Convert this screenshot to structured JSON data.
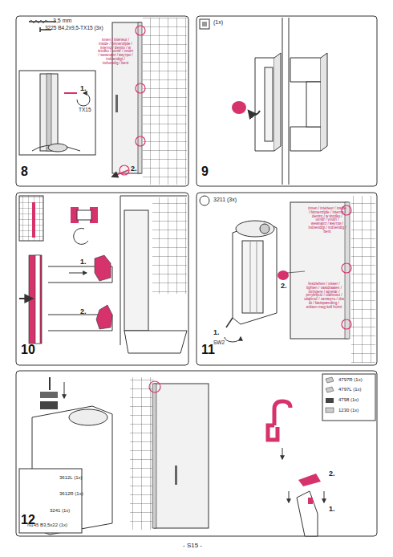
{
  "diagram": {
    "labels": [
      "3,5 mm",
      "3225 B4,2x9,5-TX15 (3x)",
      "1.",
      "TX15",
      "innen / intérieur / inside / binnenzijde / interno / dentro / w środku / uvnitř / vnútri / wewnątrz / внутри / indvendigt / indvendig / bent",
      "2.",
      "8",
      "(1x)",
      "9",
      "1.",
      "2.",
      "10",
      "3211 (3x)",
      "innen / intérieur / inside / binnenzijde / interno / dentro / w środku / uvnitř / vnútri / wewnątrz / внутри / indvendigt / indvendig / bent",
      "2.",
      "festziehen / visser / tighten / vastdraaien / stringere / apretar / przykręcić / utáhnout / utiahnuť / затянуть / dra åt / fastspænding / erősen meg kell húzni",
      "SW2",
      "1.",
      "11",
      "3612L (1x)",
      "3612R (1x)",
      "3241 (1x)",
      "N145 B3,5x22 (1x)",
      "4797R (1x)",
      "4797L (1x)",
      "4798 (1x)",
      "1230 (1x)",
      "2.",
      "1.",
      "12",
      "- S15 -"
    ]
  }
}
